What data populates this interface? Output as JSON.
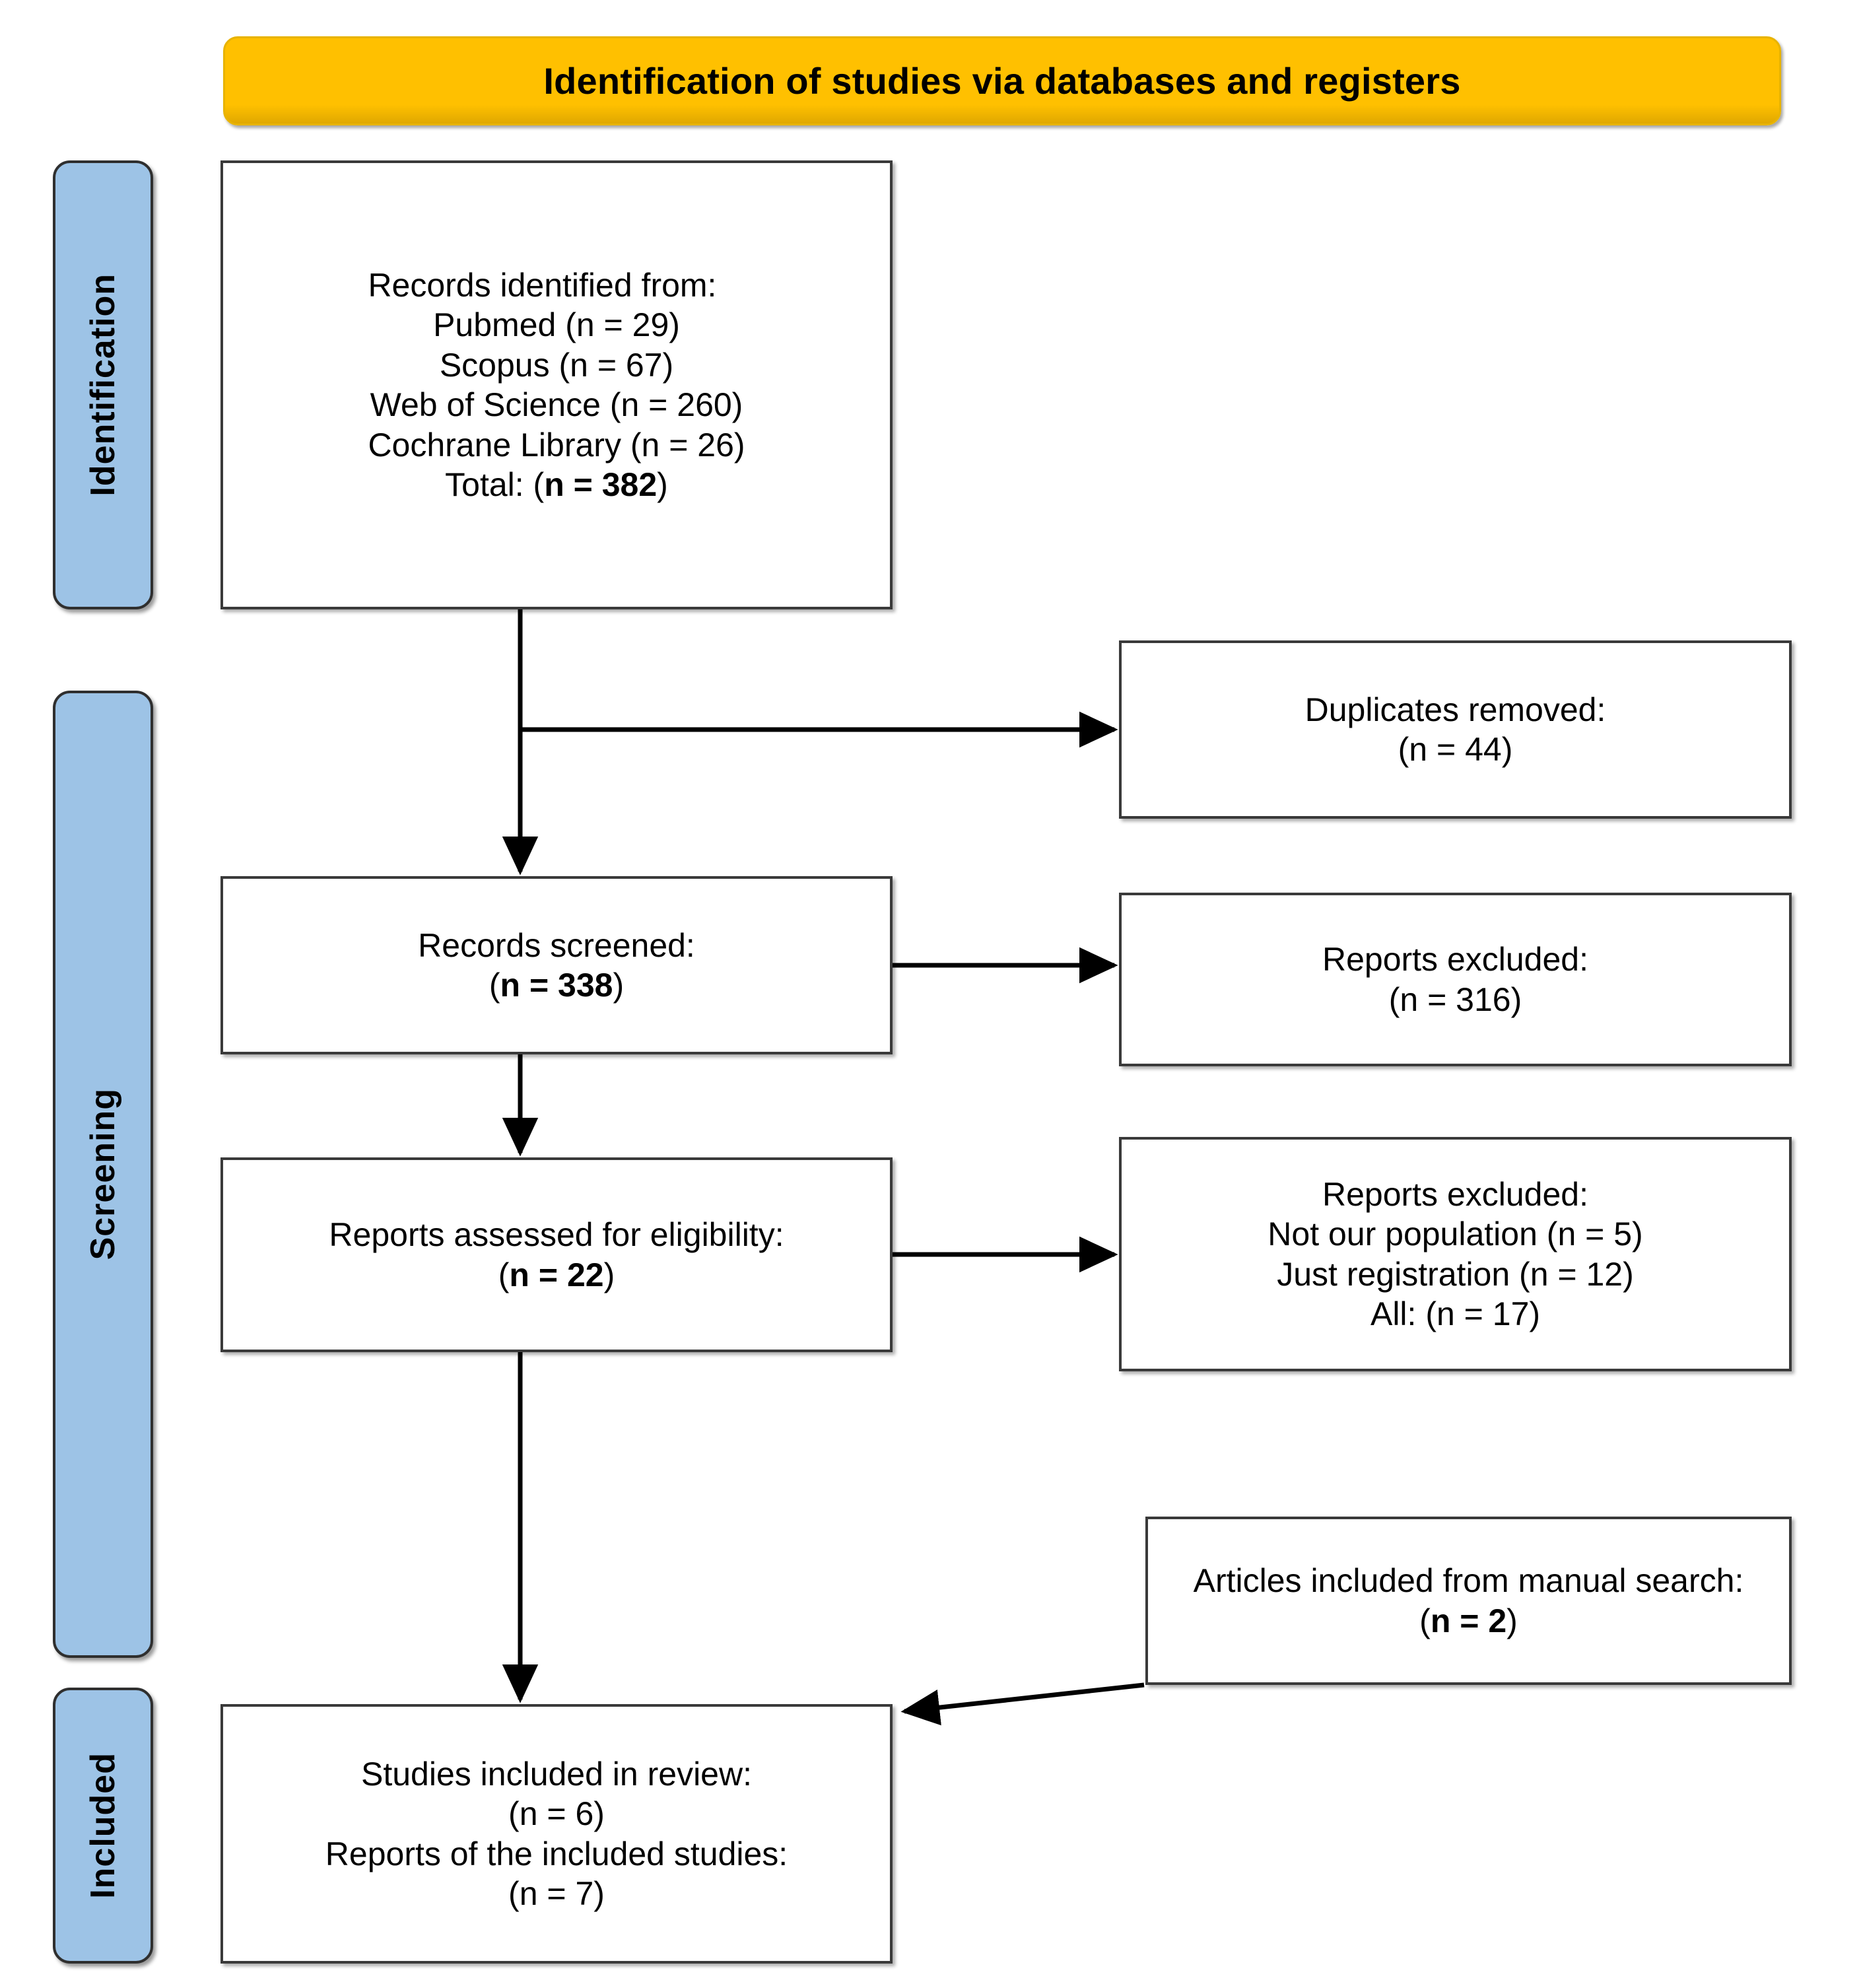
{
  "header": {
    "title": "Identification of studies via databases and registers",
    "background_color": "#FFC000"
  },
  "stages": [
    {
      "id": "identification",
      "label": "Identification",
      "color": "#9DC3E6"
    },
    {
      "id": "screening",
      "label": "Screening",
      "color": "#9DC3E6"
    },
    {
      "id": "included",
      "label": "Included",
      "color": "#9DC3E6"
    }
  ],
  "boxes": {
    "identified": {
      "heading": "Records identified from:",
      "sources": [
        "Pubmed (n = 29)",
        "Scopus (n = 67)",
        "Web of Science (n = 260)",
        "Cochrane Library (n = 26)"
      ],
      "total_prefix": "Total: (",
      "total_bold": "n = 382",
      "total_suffix": ")"
    },
    "duplicates": {
      "line1": "Duplicates removed:",
      "line2": "(n = 44)"
    },
    "screened": {
      "line1": "Records screened:",
      "n_prefix": "(",
      "n_bold": "n = 338",
      "n_suffix": ")"
    },
    "excluded_1": {
      "line1": "Reports excluded:",
      "line2": "(n = 316)"
    },
    "eligibility": {
      "line1": "Reports assessed for eligibility:",
      "n_prefix": "(",
      "n_bold": "n = 22",
      "n_suffix": ")"
    },
    "excluded_2": {
      "line1": "Reports excluded:",
      "line2": "Not our population (n = 5)",
      "line3": "Just registration (n = 12)",
      "line4": "All: (n = 17)"
    },
    "manual": {
      "line1": "Articles included from manual search:",
      "n_prefix": "(",
      "n_bold": "n = 2",
      "n_suffix": ")"
    },
    "included": {
      "line1": "Studies included in review:",
      "line2": "(n = 6)",
      "line3": "Reports of the included studies:",
      "line4": "(n = 7)"
    }
  },
  "chart_data": {
    "type": "diagram",
    "title": "Identification of studies via databases and registers",
    "diagram_kind": "PRISMA flow diagram",
    "nodes": [
      {
        "id": "identified",
        "stage": "Identification",
        "label": "Records identified from",
        "values": {
          "Pubmed": 29,
          "Scopus": 67,
          "Web of Science": 260,
          "Cochrane Library": 26,
          "Total": 382
        }
      },
      {
        "id": "duplicates",
        "stage": "Identification",
        "label": "Duplicates removed",
        "n": 44
      },
      {
        "id": "screened",
        "stage": "Screening",
        "label": "Records screened",
        "n": 338
      },
      {
        "id": "excluded_1",
        "stage": "Screening",
        "label": "Reports excluded",
        "n": 316
      },
      {
        "id": "eligibility",
        "stage": "Screening",
        "label": "Reports assessed for eligibility",
        "n": 22
      },
      {
        "id": "excluded_2",
        "stage": "Screening",
        "label": "Reports excluded",
        "values": {
          "Not our population": 5,
          "Just registration": 12,
          "All": 17
        }
      },
      {
        "id": "manual",
        "stage": "Included",
        "label": "Articles included from manual search",
        "n": 2
      },
      {
        "id": "included",
        "stage": "Included",
        "label": "Studies included in review",
        "values": {
          "Studies included in review": 6,
          "Reports of the included studies": 7
        }
      }
    ],
    "edges": [
      {
        "from": "identified",
        "to": "duplicates",
        "direction": "right"
      },
      {
        "from": "identified",
        "to": "screened",
        "direction": "down"
      },
      {
        "from": "screened",
        "to": "excluded_1",
        "direction": "right"
      },
      {
        "from": "screened",
        "to": "eligibility",
        "direction": "down"
      },
      {
        "from": "eligibility",
        "to": "excluded_2",
        "direction": "right"
      },
      {
        "from": "eligibility",
        "to": "included",
        "direction": "down"
      },
      {
        "from": "manual",
        "to": "included",
        "direction": "diagonal-down-left"
      }
    ]
  }
}
